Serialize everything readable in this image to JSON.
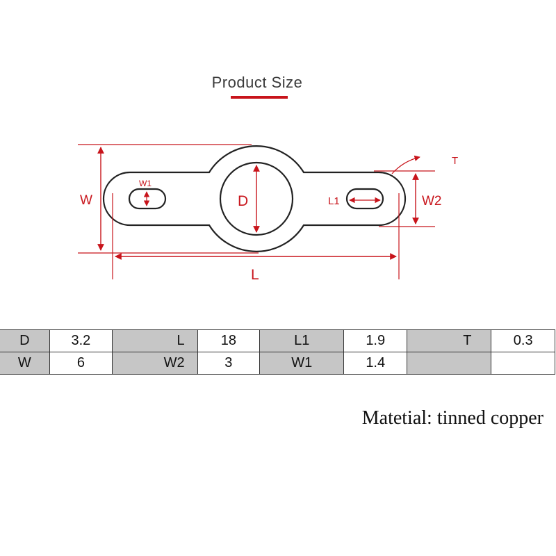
{
  "header": {
    "title": "Product Size"
  },
  "diagram": {
    "labels": {
      "W": "W",
      "D": "D",
      "L": "L",
      "W1": "W1",
      "L1": "L1",
      "W2": "W2",
      "T": "T"
    }
  },
  "spec_table": {
    "rows": [
      [
        {
          "label": "D",
          "value": "3.2"
        },
        {
          "label": "L",
          "value": "18"
        },
        {
          "label": "L1",
          "value": "1.9"
        },
        {
          "label": "T",
          "value": "0.3"
        }
      ],
      [
        {
          "label": "W",
          "value": "6"
        },
        {
          "label": "W2",
          "value": "3"
        },
        {
          "label": "W1",
          "value": "1.4"
        },
        {
          "label": "",
          "value": ""
        }
      ]
    ]
  },
  "material_text": "Matetial: tinned copper",
  "colors": {
    "dimension": "#c8141b",
    "outline": "#222222",
    "header_cell": "#c6c6c6"
  }
}
